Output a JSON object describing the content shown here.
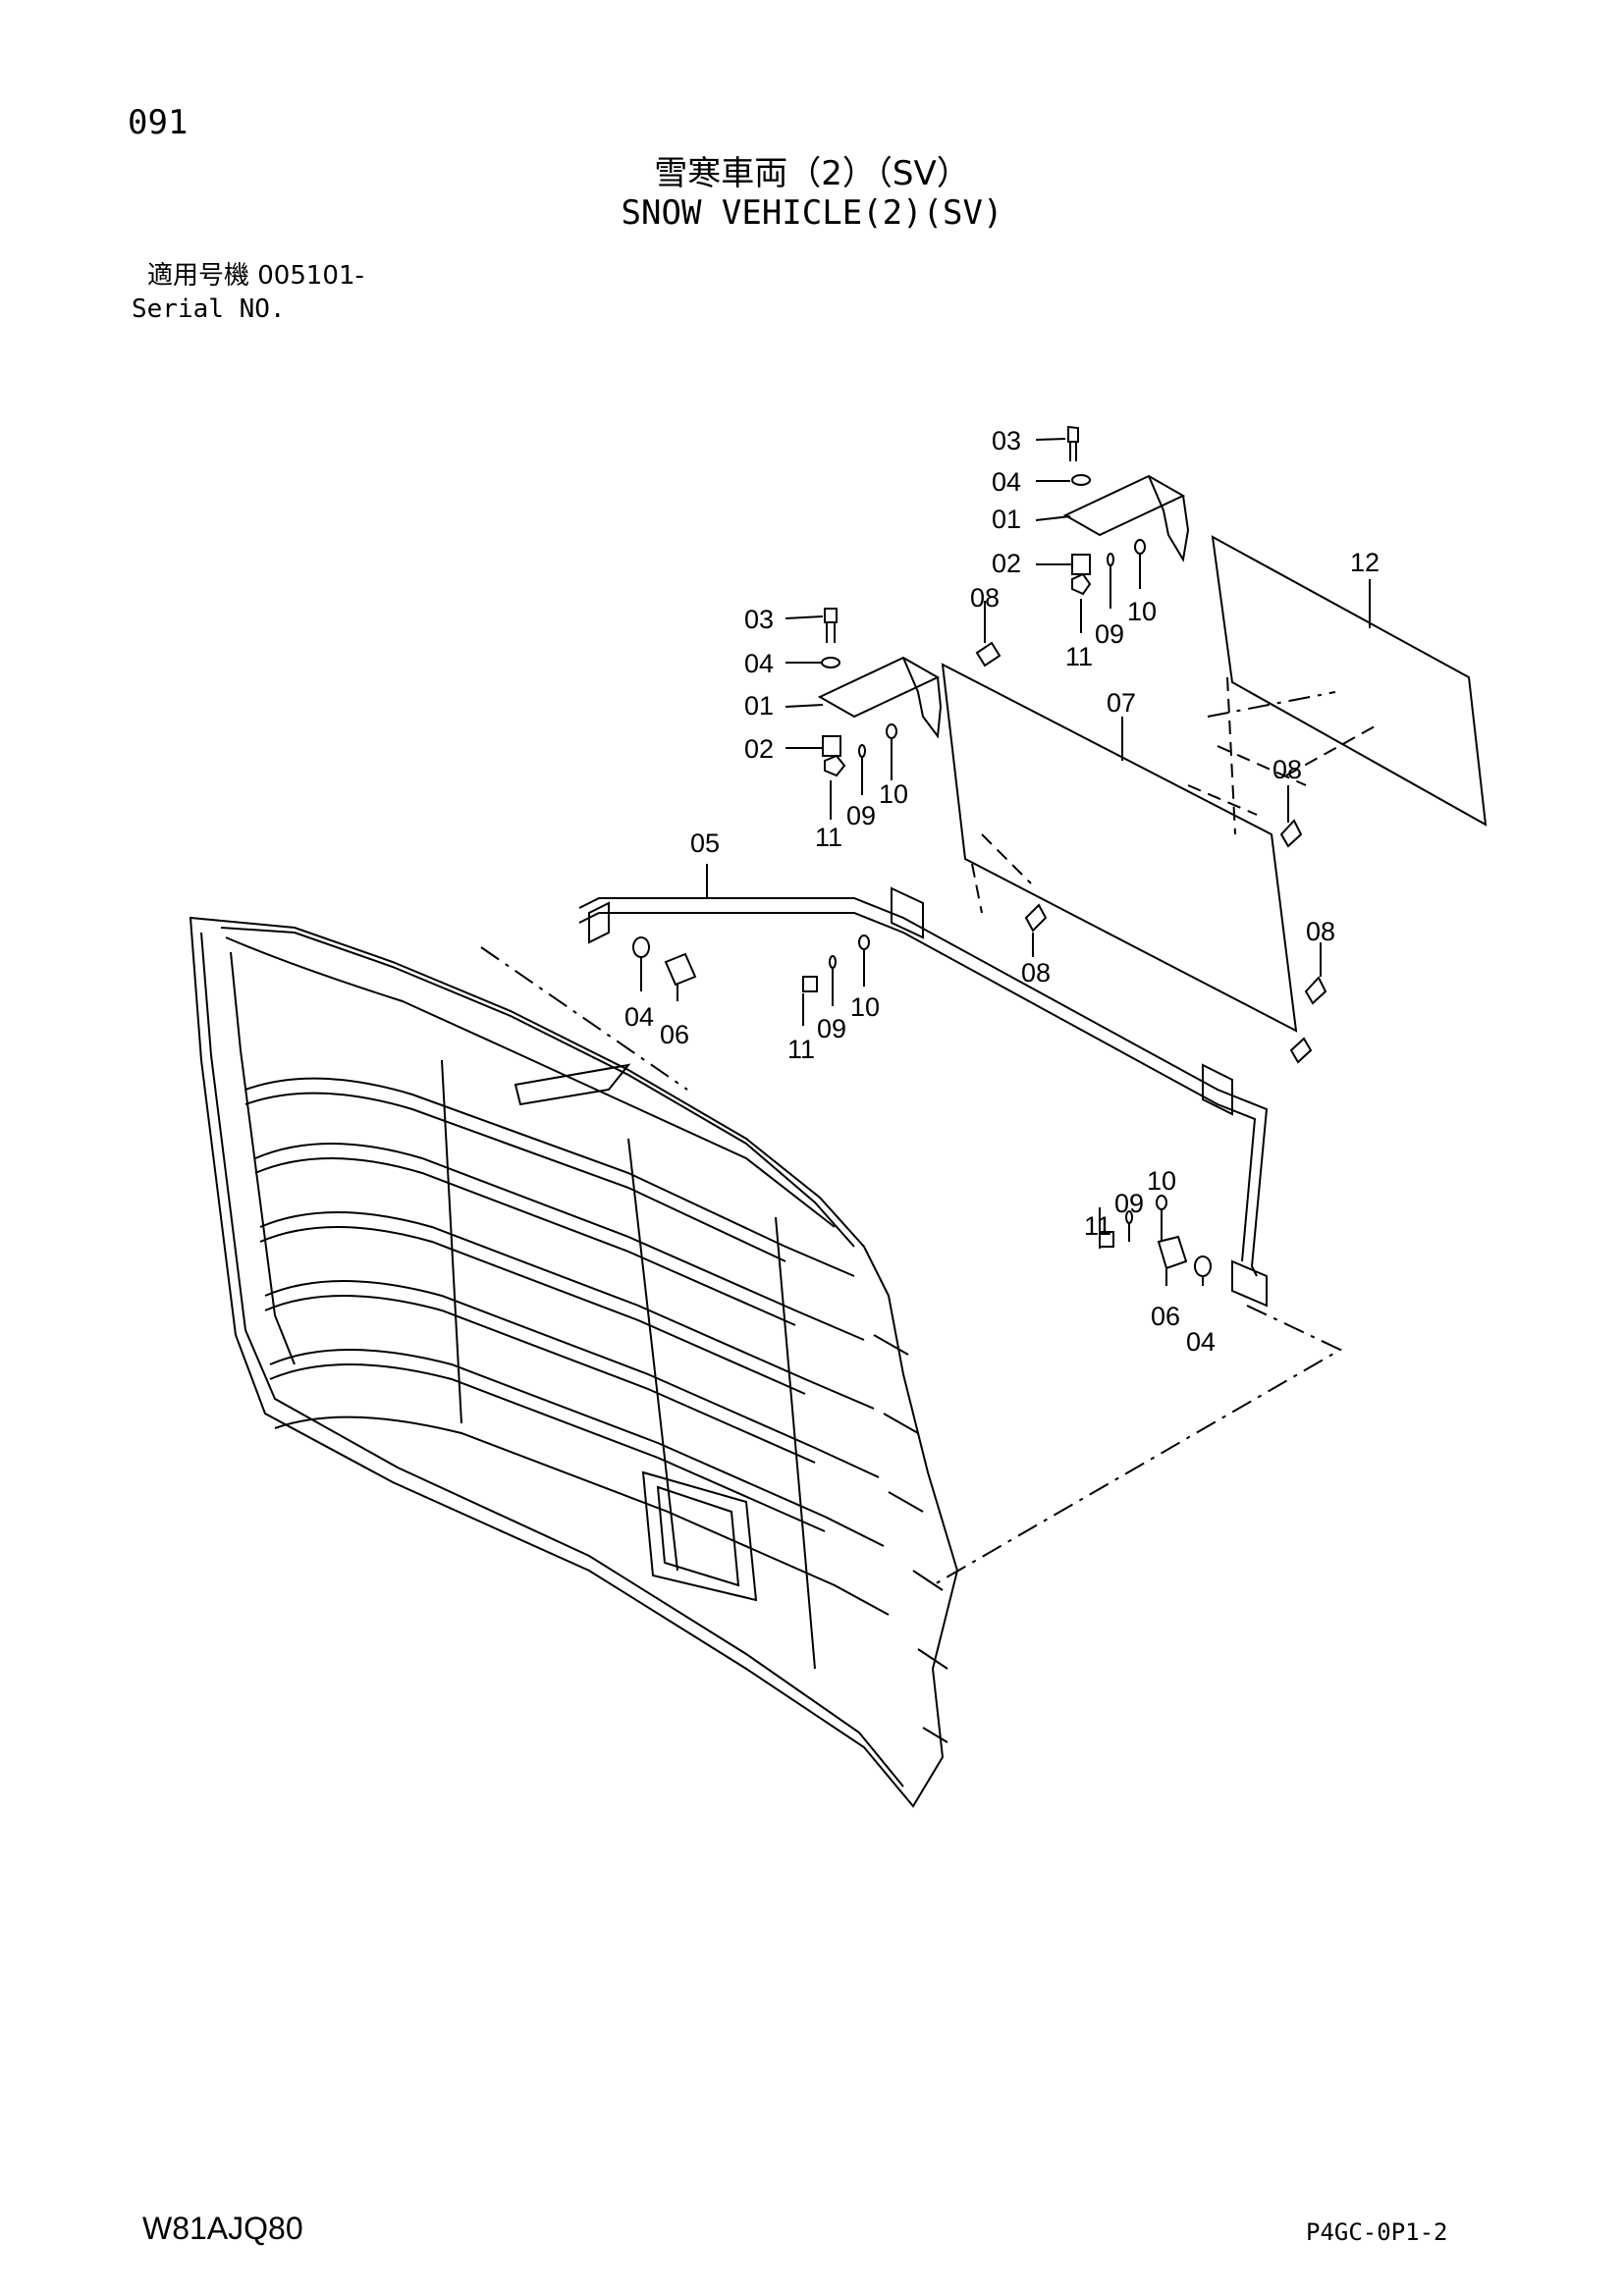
{
  "header": {
    "page_number": "091",
    "title_jp": "雪寒車両（2）（SV）",
    "title_en": "SNOW VEHICLE(2)(SV)",
    "serial_label_jp": "適用号機 005101-",
    "serial_label_en": "Serial NO."
  },
  "footer": {
    "doc_code": "W81AJQ80",
    "page_code": "P4GC-0P1-2"
  },
  "callouts": [
    {
      "id": "c01",
      "label": "03"
    },
    {
      "id": "c02",
      "label": "04"
    },
    {
      "id": "c03",
      "label": "01"
    },
    {
      "id": "c04",
      "label": "02"
    },
    {
      "id": "c05",
      "label": "11"
    },
    {
      "id": "c06",
      "label": "09"
    },
    {
      "id": "c07",
      "label": "10"
    },
    {
      "id": "c08",
      "label": "12"
    },
    {
      "id": "c09",
      "label": "03"
    },
    {
      "id": "c10",
      "label": "04"
    },
    {
      "id": "c11",
      "label": "01"
    },
    {
      "id": "c12",
      "label": "02"
    },
    {
      "id": "c13",
      "label": "11"
    },
    {
      "id": "c14",
      "label": "09"
    },
    {
      "id": "c15",
      "label": "10"
    },
    {
      "id": "c16",
      "label": "08"
    },
    {
      "id": "c17",
      "label": "07"
    },
    {
      "id": "c18",
      "label": "08"
    },
    {
      "id": "c19",
      "label": "05"
    },
    {
      "id": "c20",
      "label": "04"
    },
    {
      "id": "c21",
      "label": "06"
    },
    {
      "id": "c22",
      "label": "11"
    },
    {
      "id": "c23",
      "label": "09"
    },
    {
      "id": "c24",
      "label": "10"
    },
    {
      "id": "c25",
      "label": "08"
    },
    {
      "id": "c26",
      "label": "08"
    },
    {
      "id": "c27",
      "label": "11"
    },
    {
      "id": "c28",
      "label": "09"
    },
    {
      "id": "c29",
      "label": "10"
    },
    {
      "id": "c30",
      "label": "06"
    },
    {
      "id": "c31",
      "label": "04"
    }
  ]
}
